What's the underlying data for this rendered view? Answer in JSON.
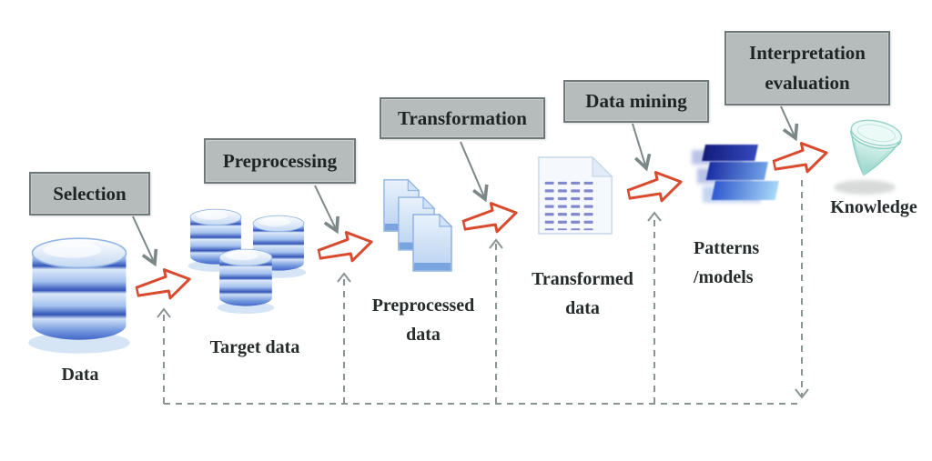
{
  "diagram": {
    "type": "flowchart",
    "steps": [
      {
        "id": "selection",
        "label": "Selection"
      },
      {
        "id": "preprocessing",
        "label": "Preprocessing"
      },
      {
        "id": "transformation",
        "label": "Transformation"
      },
      {
        "id": "data-mining",
        "label": "Data mining"
      },
      {
        "id": "interpretation-evaluation",
        "label_lines": [
          "Interpretation",
          "evaluation"
        ]
      }
    ],
    "artifacts": [
      {
        "id": "data",
        "label": "Data",
        "icon": "database-icon"
      },
      {
        "id": "target-data",
        "label": "Target data",
        "icon": "database-cluster-icon"
      },
      {
        "id": "preprocessed-data",
        "label_lines": [
          "Preprocessed",
          "data"
        ],
        "icon": "document-stack-icon"
      },
      {
        "id": "transformed-data",
        "label_lines": [
          "Transformed",
          "data"
        ],
        "icon": "lined-document-icon"
      },
      {
        "id": "patterns-models",
        "label_lines": [
          "Patterns",
          "/models"
        ],
        "icon": "layered-bars-icon"
      },
      {
        "id": "knowledge",
        "label": "Knowledge",
        "icon": "diamond-icon"
      }
    ],
    "colors": {
      "step_box_fill": "#b6bcbc",
      "step_box_border": "#6f7979",
      "flow_arrow_stroke": "#d84b2e",
      "connector_gray": "#7c8787",
      "feedback_dash_gray": "#8a9494",
      "cylinder_blue": "#3354b8",
      "gem_teal": "#96d5ca",
      "text": "#262b2b"
    }
  }
}
